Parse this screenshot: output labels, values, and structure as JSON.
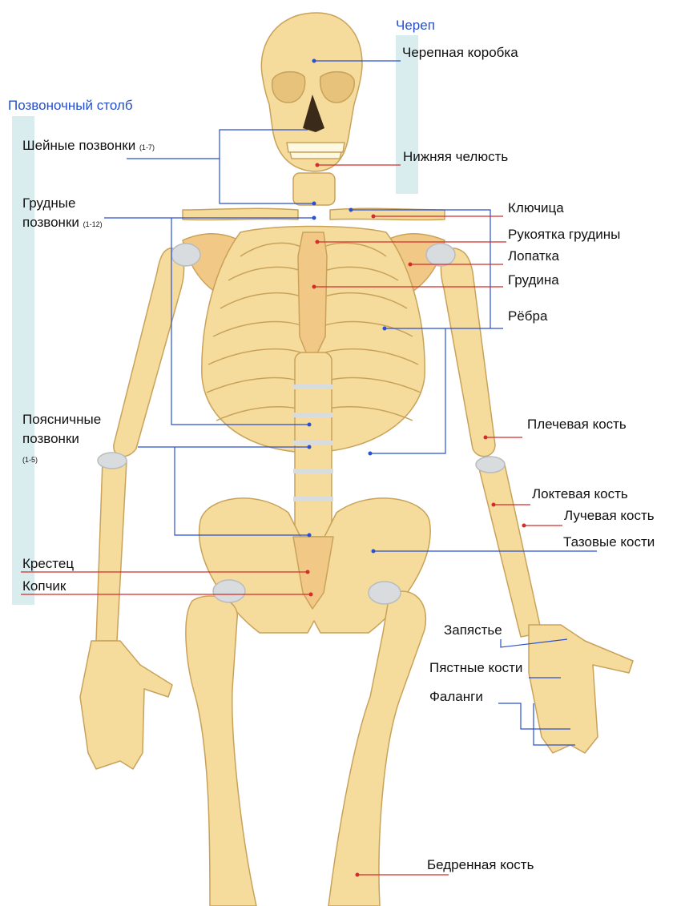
{
  "groups": {
    "skull": "Череп",
    "spine": "Позвоночный столб"
  },
  "labels": {
    "cranium": "Черепная коробка",
    "mandible": "Нижняя челюсть",
    "cervical": "Шейные позвонки",
    "cervical_range": "(1-7)",
    "thoracic_1": "Грудные",
    "thoracic_2": "позвонки",
    "thoracic_range": "(1-12)",
    "lumbar_1": "Поясничные",
    "lumbar_2": "позвонки",
    "lumbar_range": "(1-5)",
    "sacrum": "Крестец",
    "coccyx": "Копчик",
    "clavicle": "Ключица",
    "manubrium": "Рукоятка грудины",
    "scapula": "Лопатка",
    "sternum": "Грудина",
    "ribs": "Рёбра",
    "humerus": "Плечевая кость",
    "ulna": "Локтевая кость",
    "radius": "Лучевая кость",
    "pelvis": "Тазовые кости",
    "carpals": "Запястье",
    "metacarpals": "Пястные кости",
    "phalanges": "Фаланги",
    "femur": "Бедренная кость"
  },
  "colors": {
    "bone": "#f5dc9c",
    "bone_stroke": "#c9a25a",
    "bone_shade": "#f1c885",
    "cartilage": "#d9dcde",
    "group_bar": "#d9ecee",
    "group_text": "#2750c8",
    "leader_blue": "#2a4fd0",
    "leader_red": "#d22c2c"
  }
}
